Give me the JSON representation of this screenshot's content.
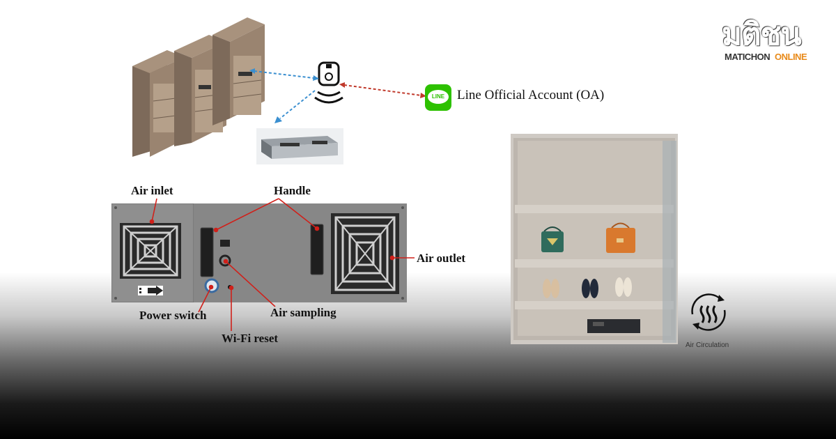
{
  "brand": {
    "logo_thai": "มติชน",
    "logo_sub_a": "MATICHON",
    "logo_sub_b": "ONLINE",
    "accent_color": "#e88a1a"
  },
  "system_diagram": {
    "line_oa_label": "Line Official Account (OA)",
    "line_icon_text": "LINE",
    "line_icon_color": "#2dc100",
    "wifi_link_color": "#3a8fd0",
    "cloud_link_color": "#c0392b"
  },
  "device_panel": {
    "labels": {
      "air_inlet": "Air inlet",
      "handle": "Handle",
      "air_outlet": "Air outlet",
      "power_switch": "Power switch",
      "air_sampling": "Air sampling",
      "wifi_reset": "Wi-Fi reset"
    },
    "callout_color": "#d0201a"
  },
  "cabinet_photo": {
    "air_circulation_label": "Air Circulation"
  }
}
